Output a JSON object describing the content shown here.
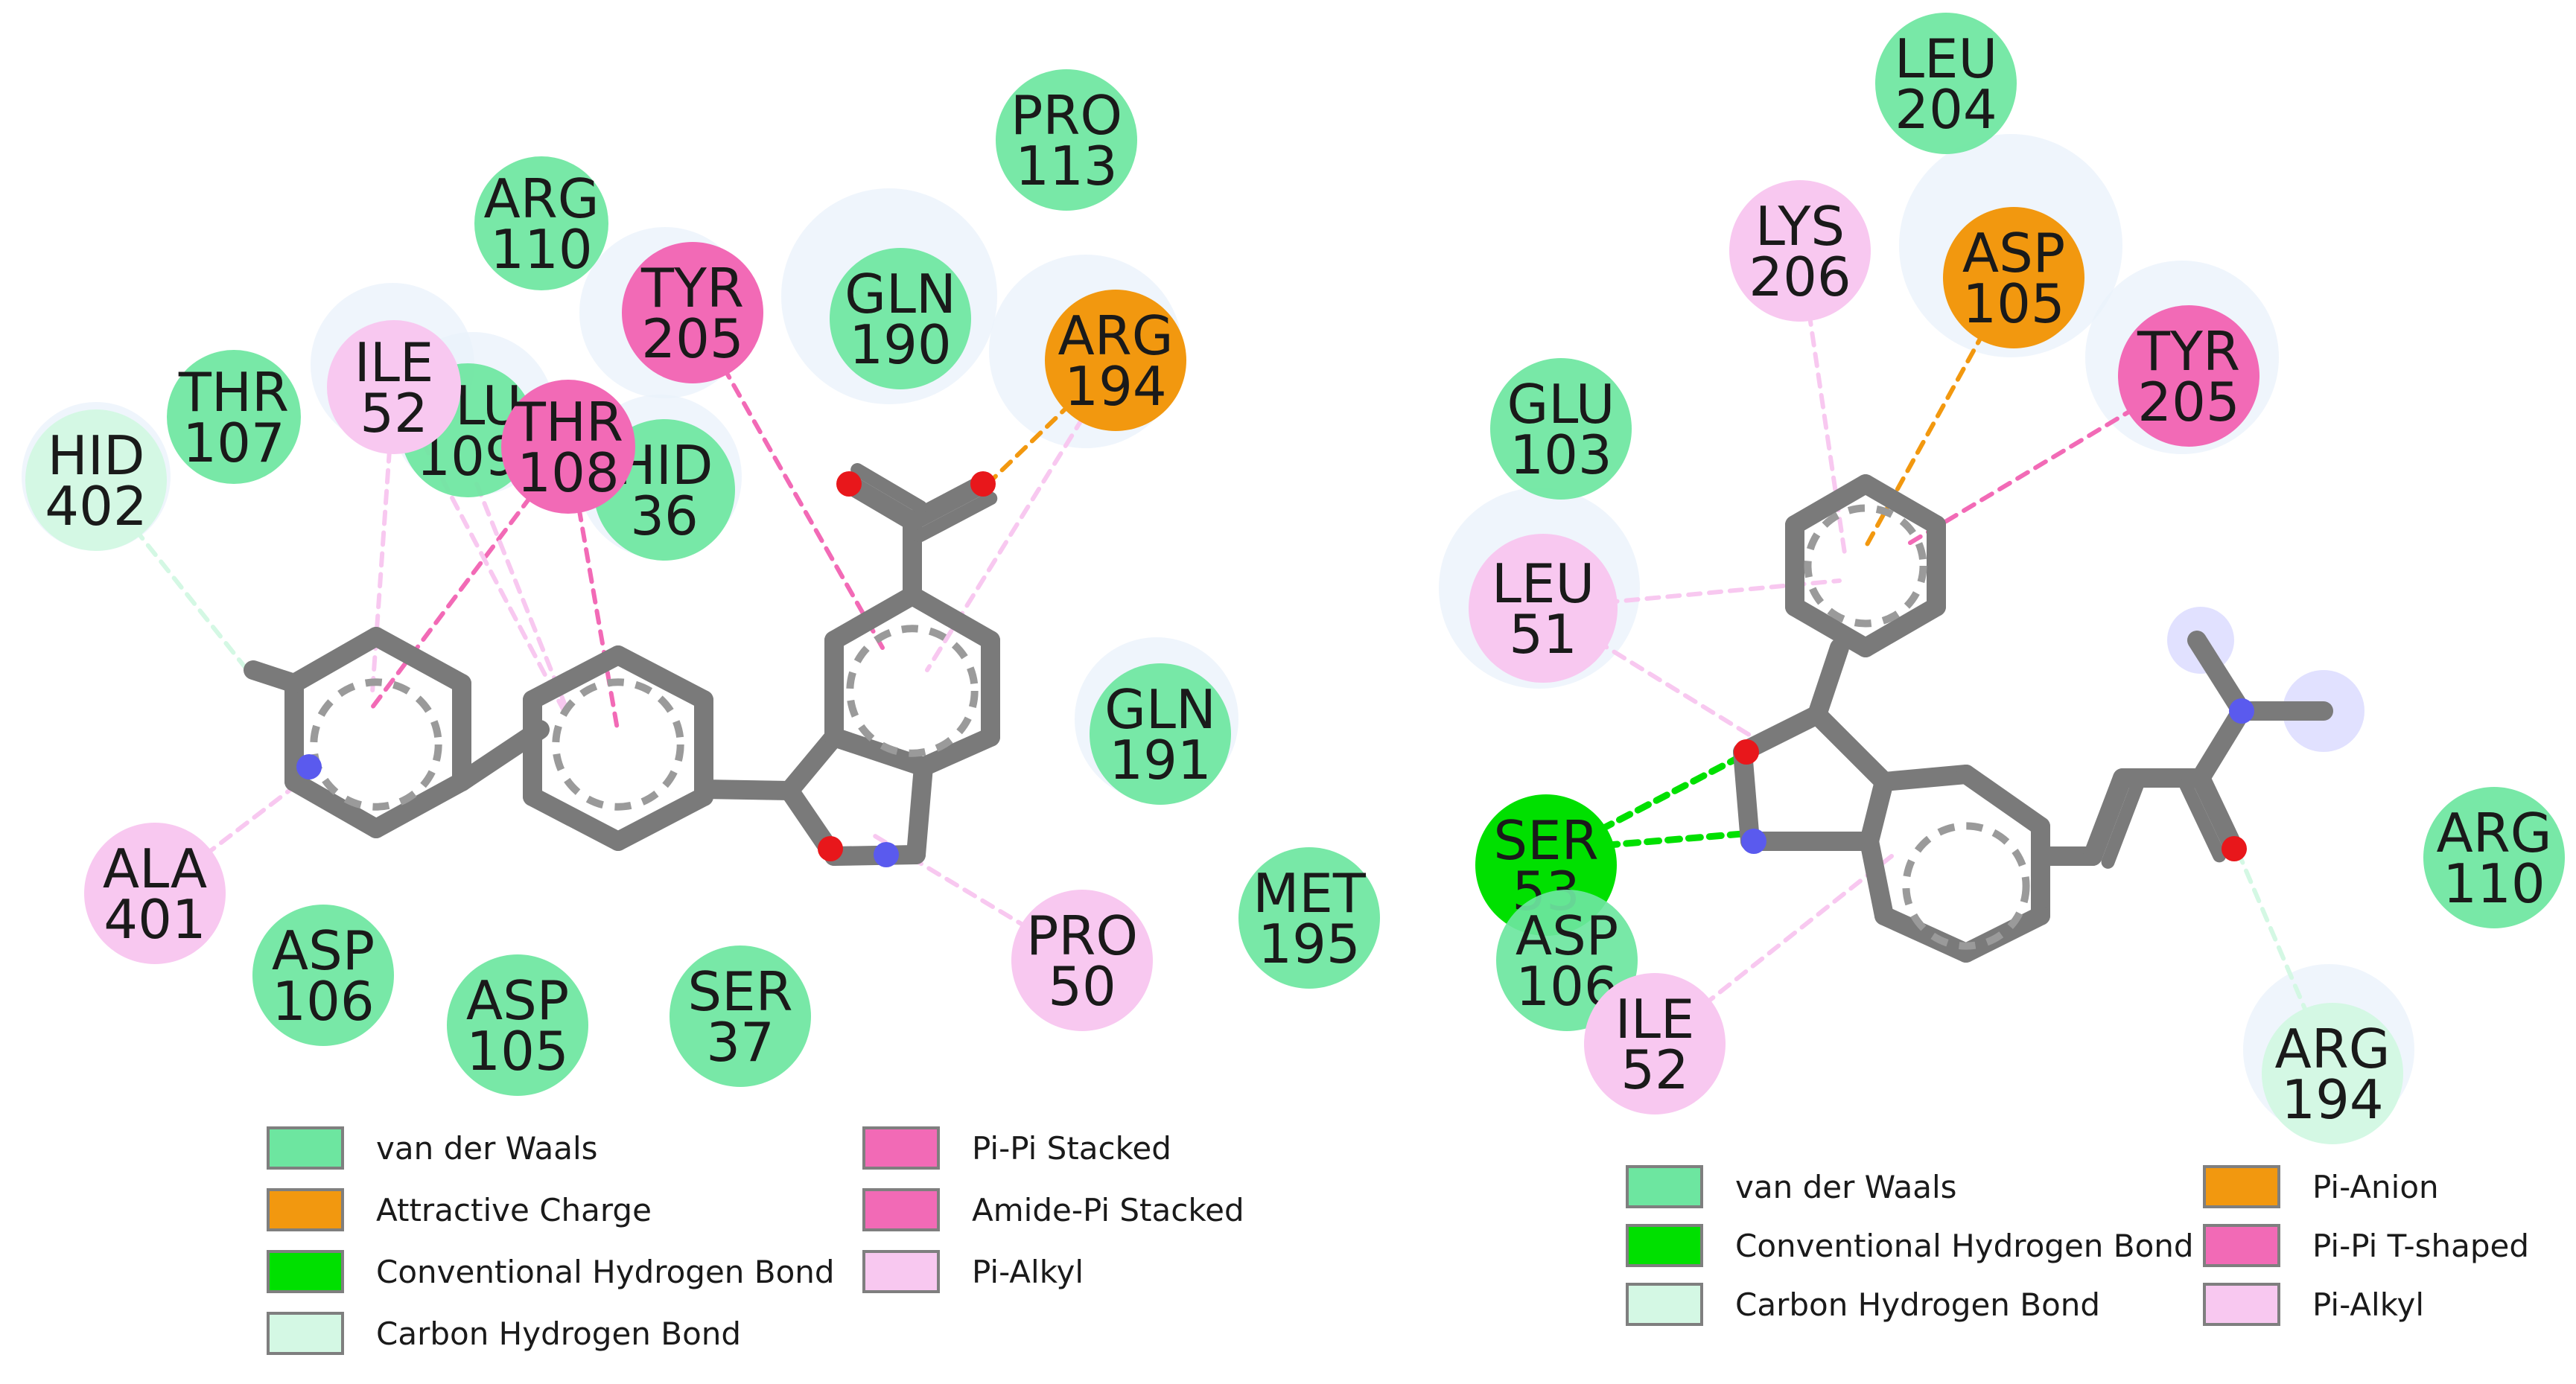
{
  "colors": {
    "van_der_waals": "#6de6a0",
    "attractive_charge": "#f2980f",
    "conventional_h_bond": "#00e000",
    "carbon_h_bond": "#d4f8e4",
    "pi_pi_stacked": "#f26ab6",
    "amide_pi_stacked": "#f26ab6",
    "pi_alkyl": "#f8c8f0",
    "pi_anion": "#f2980f",
    "pi_pi_t_shaped": "#f26ab6",
    "bond": "#7a7a7a",
    "oxygen": "#e8171b",
    "nitrogen": "#5a5aee"
  },
  "panels": [
    {
      "residues": [
        {
          "name": "PRO",
          "num": "113",
          "kind": "van_der_waals"
        },
        {
          "name": "ARG",
          "num": "110",
          "kind": "van_der_waals"
        },
        {
          "name": "TYR",
          "num": "205",
          "kind": "pi_pi_stacked"
        },
        {
          "name": "GLN",
          "num": "190",
          "kind": "van_der_waals"
        },
        {
          "name": "ARG",
          "num": "194",
          "kind": "attractive_charge"
        },
        {
          "name": "THR",
          "num": "107",
          "kind": "van_der_waals"
        },
        {
          "name": "GLU",
          "num": "109",
          "kind": "van_der_waals"
        },
        {
          "name": "ILE",
          "num": "52",
          "kind": "pi_alkyl"
        },
        {
          "name": "HID",
          "num": "36",
          "kind": "van_der_waals"
        },
        {
          "name": "THR",
          "num": "108",
          "kind": "amide_pi_stacked"
        },
        {
          "name": "HID",
          "num": "402",
          "kind": "carbon_h_bond"
        },
        {
          "name": "GLN",
          "num": "191",
          "kind": "van_der_waals"
        },
        {
          "name": "ALA",
          "num": "401",
          "kind": "pi_alkyl"
        },
        {
          "name": "MET",
          "num": "195",
          "kind": "van_der_waals"
        },
        {
          "name": "ASP",
          "num": "106",
          "kind": "van_der_waals"
        },
        {
          "name": "PRO",
          "num": "50",
          "kind": "pi_alkyl"
        },
        {
          "name": "ASP",
          "num": "105",
          "kind": "van_der_waals"
        },
        {
          "name": "SER",
          "num": "37",
          "kind": "van_der_waals"
        }
      ],
      "legend": [
        {
          "label": "van der Waals",
          "kind": "van_der_waals"
        },
        {
          "label": "Attractive Charge",
          "kind": "attractive_charge"
        },
        {
          "label": "Conventional Hydrogen Bond",
          "kind": "conventional_h_bond"
        },
        {
          "label": "Carbon Hydrogen Bond",
          "kind": "carbon_h_bond"
        },
        {
          "label": "Pi-Pi Stacked",
          "kind": "pi_pi_stacked"
        },
        {
          "label": "Amide-Pi Stacked",
          "kind": "amide_pi_stacked"
        },
        {
          "label": "Pi-Alkyl",
          "kind": "pi_alkyl"
        }
      ]
    },
    {
      "residues": [
        {
          "name": "LEU",
          "num": "204",
          "kind": "van_der_waals"
        },
        {
          "name": "LYS",
          "num": "206",
          "kind": "pi_alkyl"
        },
        {
          "name": "ASP",
          "num": "105",
          "kind": "pi_anion"
        },
        {
          "name": "TYR",
          "num": "205",
          "kind": "pi_pi_t_shaped"
        },
        {
          "name": "GLU",
          "num": "103",
          "kind": "van_der_waals"
        },
        {
          "name": "LEU",
          "num": "51",
          "kind": "pi_alkyl"
        },
        {
          "name": "SER",
          "num": "53",
          "kind": "conventional_h_bond"
        },
        {
          "name": "ASP",
          "num": "106",
          "kind": "van_der_waals"
        },
        {
          "name": "ILE",
          "num": "52",
          "kind": "pi_alkyl"
        },
        {
          "name": "ARG",
          "num": "110",
          "kind": "van_der_waals"
        },
        {
          "name": "ARG",
          "num": "194",
          "kind": "carbon_h_bond"
        }
      ],
      "legend": [
        {
          "label": "van der Waals",
          "kind": "van_der_waals"
        },
        {
          "label": "Conventional Hydrogen Bond",
          "kind": "conventional_h_bond"
        },
        {
          "label": "Carbon Hydrogen Bond",
          "kind": "carbon_h_bond"
        },
        {
          "label": "Pi-Anion",
          "kind": "pi_anion"
        },
        {
          "label": "Pi-Pi T-shaped",
          "kind": "pi_pi_t_shaped"
        },
        {
          "label": "Pi-Alkyl",
          "kind": "pi_alkyl"
        }
      ]
    }
  ]
}
